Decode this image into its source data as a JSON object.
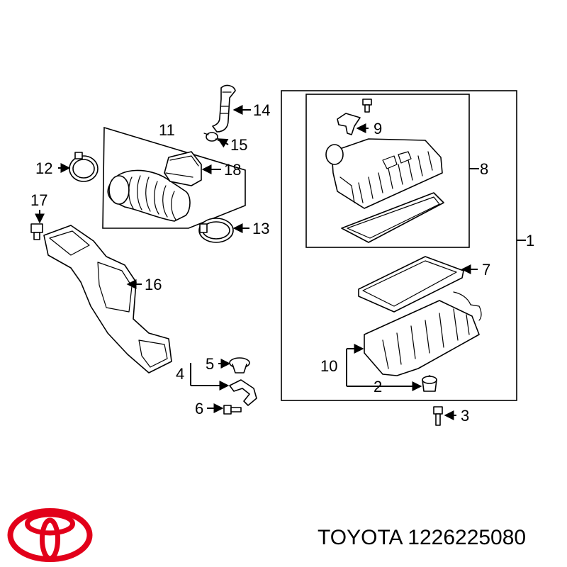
{
  "callouts": {
    "c1": "1",
    "c2": "2",
    "c3": "3",
    "c4": "4",
    "c5": "5",
    "c6": "6",
    "c7": "7",
    "c8": "8",
    "c9": "9",
    "c10": "10",
    "c11": "11",
    "c12": "12",
    "c13": "13",
    "c14": "14",
    "c15": "15",
    "c16": "16",
    "c17": "17",
    "c18": "18"
  },
  "footer": {
    "brand_name": "TOYOTA",
    "part_number": "1226225080",
    "logo_icon": "toyota-logo-icon",
    "logo_color": "#e2001a"
  }
}
